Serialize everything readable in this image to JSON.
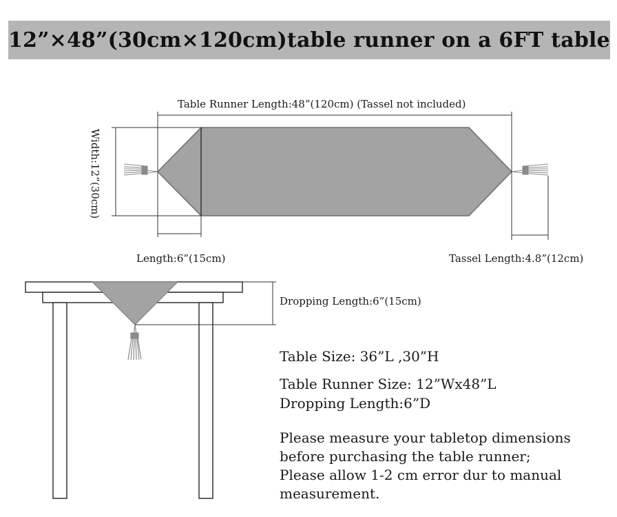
{
  "title": "12”×48”(30cm×120cm)table runner on a 6FT table",
  "runner_diagram": {
    "length_label": "Table Runner Length:48”(120cm) (Tassel not included)",
    "width_label": "Width:12”(30cm)",
    "tip_length_label": "Length:6”(15cm)",
    "tassel_length_label": "Tassel Length:4.8”(12cm)"
  },
  "table_diagram": {
    "dropping_label": "Dropping Length:6”(15cm)"
  },
  "specs": {
    "table_size": "Table Size: 36”L ,30”H",
    "runner_size": "Table Runner Size: 12”Wx48”L",
    "dropping_length": "Dropping Length:6”D"
  },
  "notes": [
    "Please measure your tabletop dimensions",
    "before purchasing the table runner;",
    "Please allow 1-2 cm error dur to manual",
    "measurement."
  ],
  "colors": {
    "title_bar": "#b5b5b5",
    "runner_fill": "#a3a3a3",
    "line": "#333333"
  }
}
